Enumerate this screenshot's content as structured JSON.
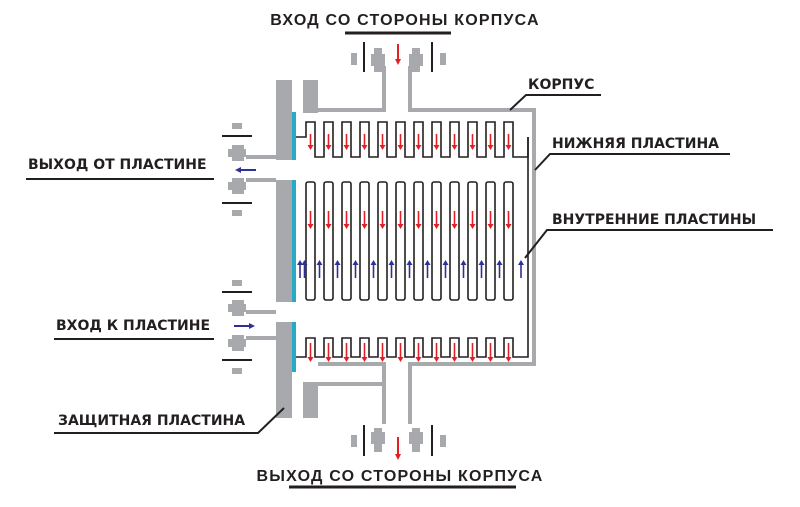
{
  "diagram": {
    "title_top": "ВХОД СО СТОРОНЫ КОРПУСА",
    "title_bottom": "ВЫХОД СО СТОРОНЫ КОРПУСА",
    "labels": {
      "shell": "КОРПУС",
      "bottom_plate": "НИЖНЯЯ ПЛАСТИНА",
      "inner_plates": "ВНУТРЕННИЕ ПЛАСТИНЫ",
      "plate_outlet": "ВЫХОД ОТ ПЛАСТИНЕ",
      "plate_inlet": "ВХОД К ПЛАСТИНЕ",
      "protective_plate": "ЗАЩИТНАЯ ПЛАСТИНА"
    },
    "plate_count": 12,
    "flows": {
      "shell_side": "down",
      "plate_outlet": "left",
      "plate_inlet": "right",
      "inner_up": "up"
    },
    "colors": {
      "shell": "#a7a9ac",
      "plate_line": "#231f20",
      "protective": "#29a9c5",
      "hot_arrow": "#e31e24",
      "cold_arrow": "#2e3192",
      "text": "#231f20"
    },
    "icons": [
      "arrow-down-icon",
      "arrow-up-icon",
      "arrow-left-icon",
      "arrow-right-icon",
      "flange-icon"
    ]
  }
}
